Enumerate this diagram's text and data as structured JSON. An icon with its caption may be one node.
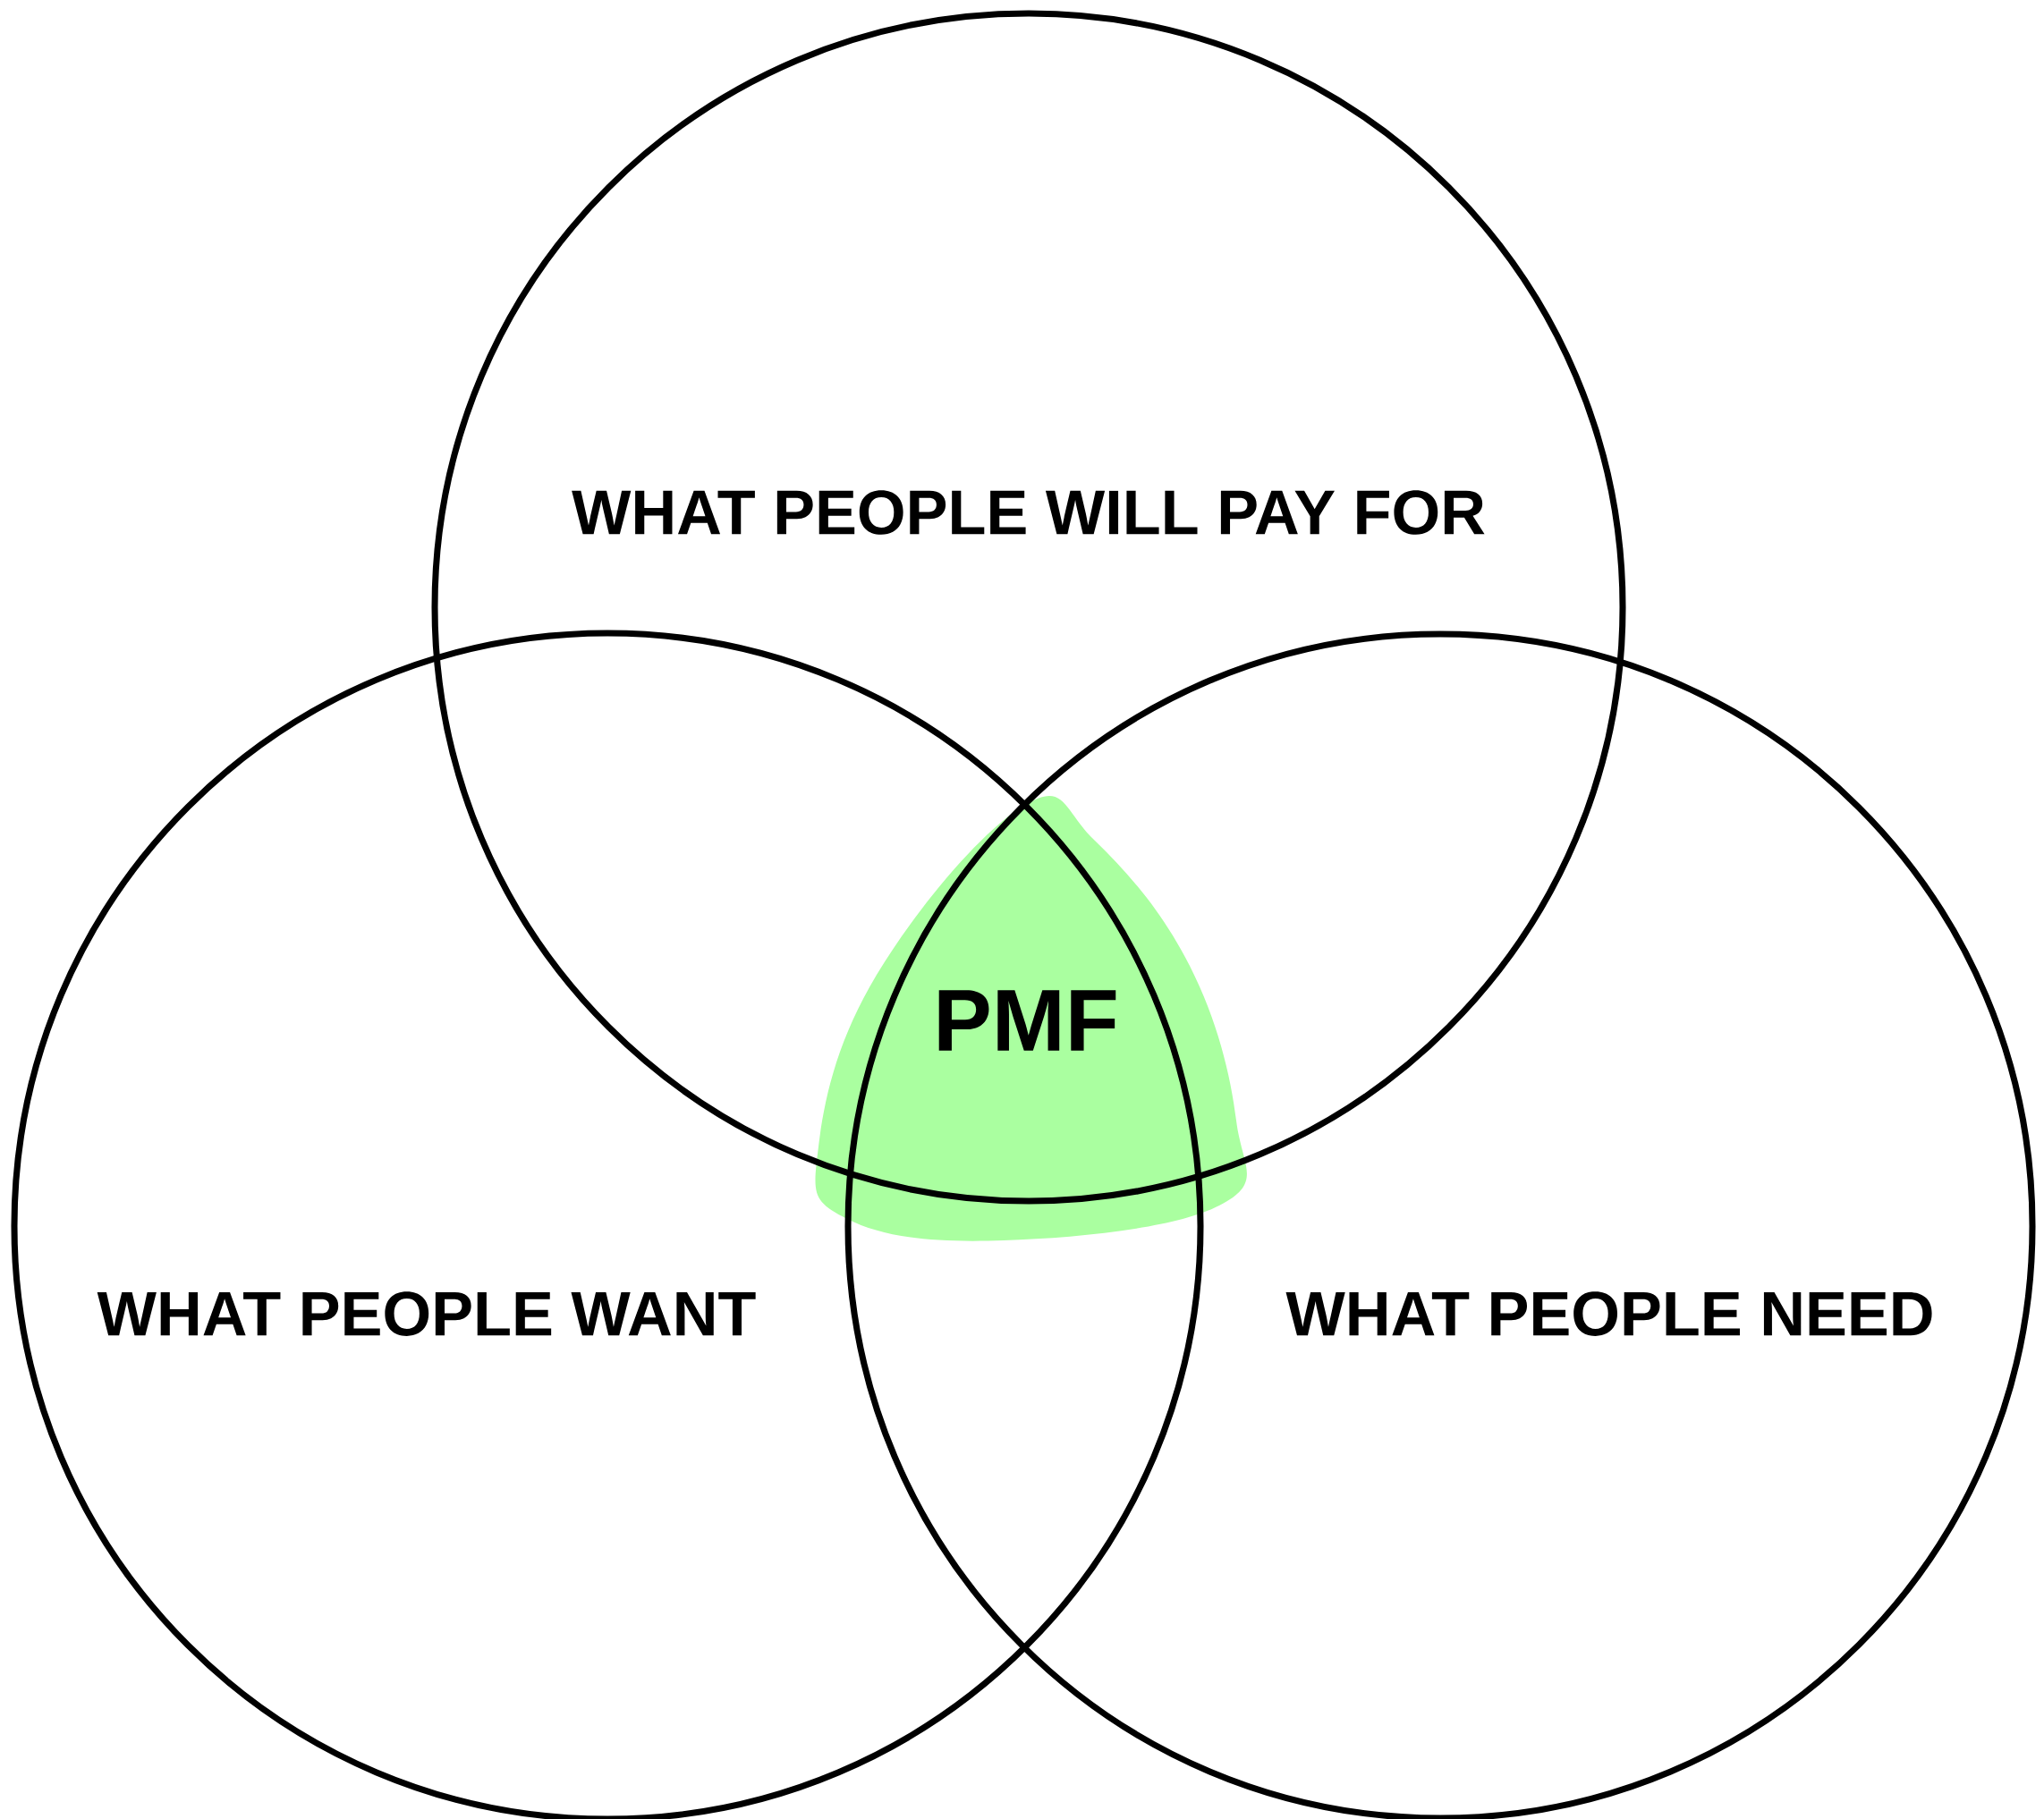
{
  "diagram": {
    "nodes": [
      {
        "text": [
          "WHAT PEOPLE WILL PAY FOR"
        ]
      },
      {
        "text": [
          "WHAT PEOPLE WANT"
        ]
      },
      {
        "text": [
          "WHAT PEOPLE NEED"
        ]
      },
      {
        "text": [
          "PMF"
        ]
      }
    ]
  }
}
